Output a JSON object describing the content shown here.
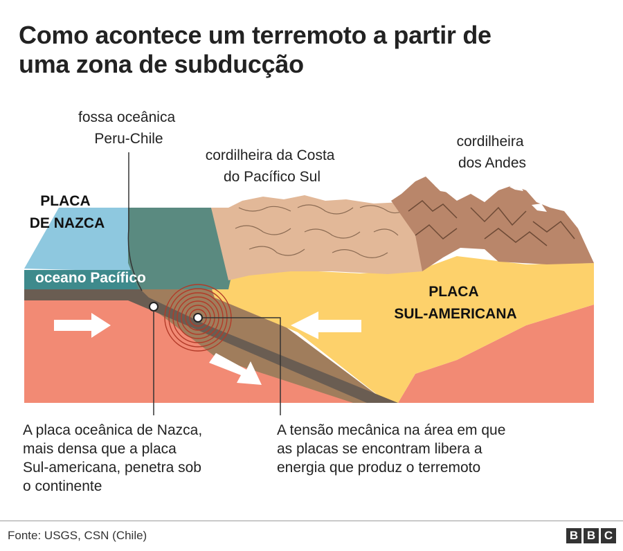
{
  "title": {
    "line1": "Como acontece um terremoto a partir de",
    "line2": "uma zona de subducção"
  },
  "labels": {
    "trench": [
      "fossa oceânica",
      "Peru-Chile"
    ],
    "coastal_range": [
      "cordilheira da Costa",
      "do Pacífico Sul"
    ],
    "andes": [
      "cordilheira",
      "dos Andes"
    ],
    "nazca_plate": [
      "PLACA",
      "DE NAZCA"
    ],
    "ocean": "oceano Pacífico",
    "south_american_plate": [
      "PLACA",
      "SUL-AMERICANA"
    ]
  },
  "captions": {
    "nazca": [
      "A placa oceânica de Nazca,",
      "mais densa que a placa",
      "Sul-americana, penetra sob",
      "o continente"
    ],
    "tension": [
      "A tensão mecânica na área em que",
      "as placas se encontram libera a",
      "energia que produz o terremoto"
    ]
  },
  "footer": {
    "source": "Fonte: USGS, CSN (Chile)",
    "logo": [
      "B",
      "B",
      "C"
    ]
  },
  "colors": {
    "ocean_top": "#8ec8df",
    "ocean_front": "#3e8a8c",
    "ocean_side": "#5a8a80",
    "nazca_crust": "#6a5d52",
    "mantle": "#f28a74",
    "lower_left": "#a07d5c",
    "continental_plate": "#fdd16b",
    "coastal_range": "#e2b898",
    "andes": "#b9866a",
    "snow": "#ffffff",
    "rings": "#b23a28"
  }
}
